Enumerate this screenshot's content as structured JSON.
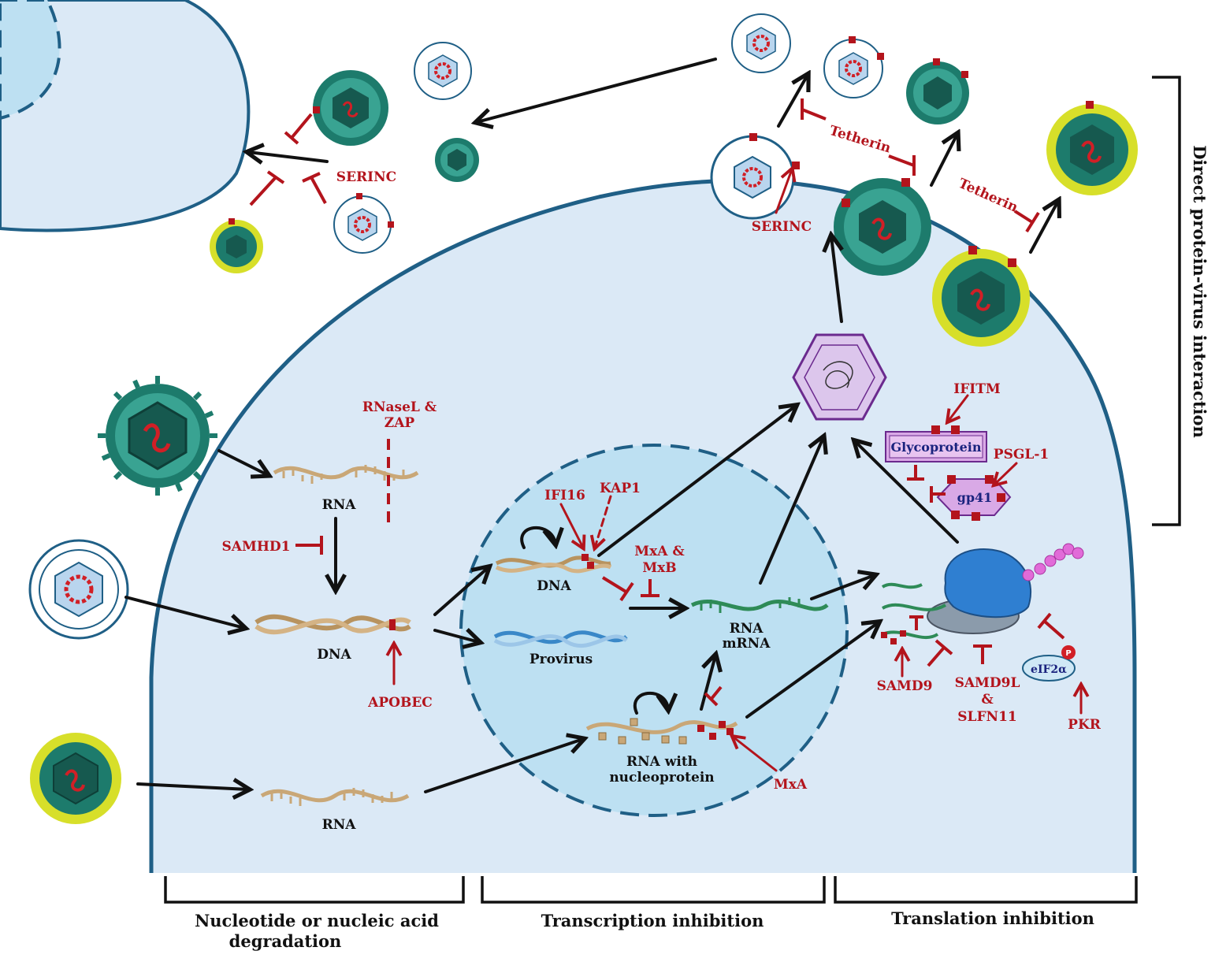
{
  "labels": {
    "rnasel_zap_1": "RNaseL &",
    "rnasel_zap_2": "ZAP",
    "rna_top": "RNA",
    "samhd1": "SAMHD1",
    "dna_left": "DNA",
    "apobec": "APOBEC",
    "rna_bottom": "RNA",
    "ifi16": "IFI16",
    "kap1": "KAP1",
    "dna_nucleus": "DNA",
    "mxa_mxb_1": "MxA &",
    "mxa_mxb_2": "MxB",
    "provirus": "Provirus",
    "rna_mrna_1": "RNA",
    "rna_mrna_2": "mRNA",
    "rna_np_1": "RNA with",
    "rna_np_2": "nucleoprotein",
    "mxa": "MxA",
    "serinc_top": "SERINC",
    "serinc_budding": "SERINC",
    "tetherin_1": "Tetherin",
    "tetherin_2": "Tetherin",
    "ifitm": "IFITM",
    "glycoprotein": "Glycoprotein",
    "psgl1": "PSGL-1",
    "gp41": "gp41",
    "samd9": "SAMD9",
    "samd9l_1": "SAMD9L",
    "samd9l_2": "&",
    "samd9l_3": "SLFN11",
    "eif2a": "eIF2α",
    "phospho": "P",
    "pkr": "PKR"
  },
  "categories": {
    "degradation_1": "Nucleotide or nucleic acid",
    "degradation_2": "degradation",
    "transcription": "Transcription inhibition",
    "translation": "Translation inhibition",
    "direct": "Direct protein-virus interaction"
  },
  "colors": {
    "cytoplasm": "#dbe9f6",
    "nucleus": "#bde0f2",
    "membrane": "#1f5f86",
    "inhibitor_red": "#b3141c",
    "virus_green": "#1d7b6c",
    "virus_yellow": "#d7df2a",
    "capsid_purple": "#dcc6ec",
    "ribosome_blue": "#2f7fd1"
  }
}
